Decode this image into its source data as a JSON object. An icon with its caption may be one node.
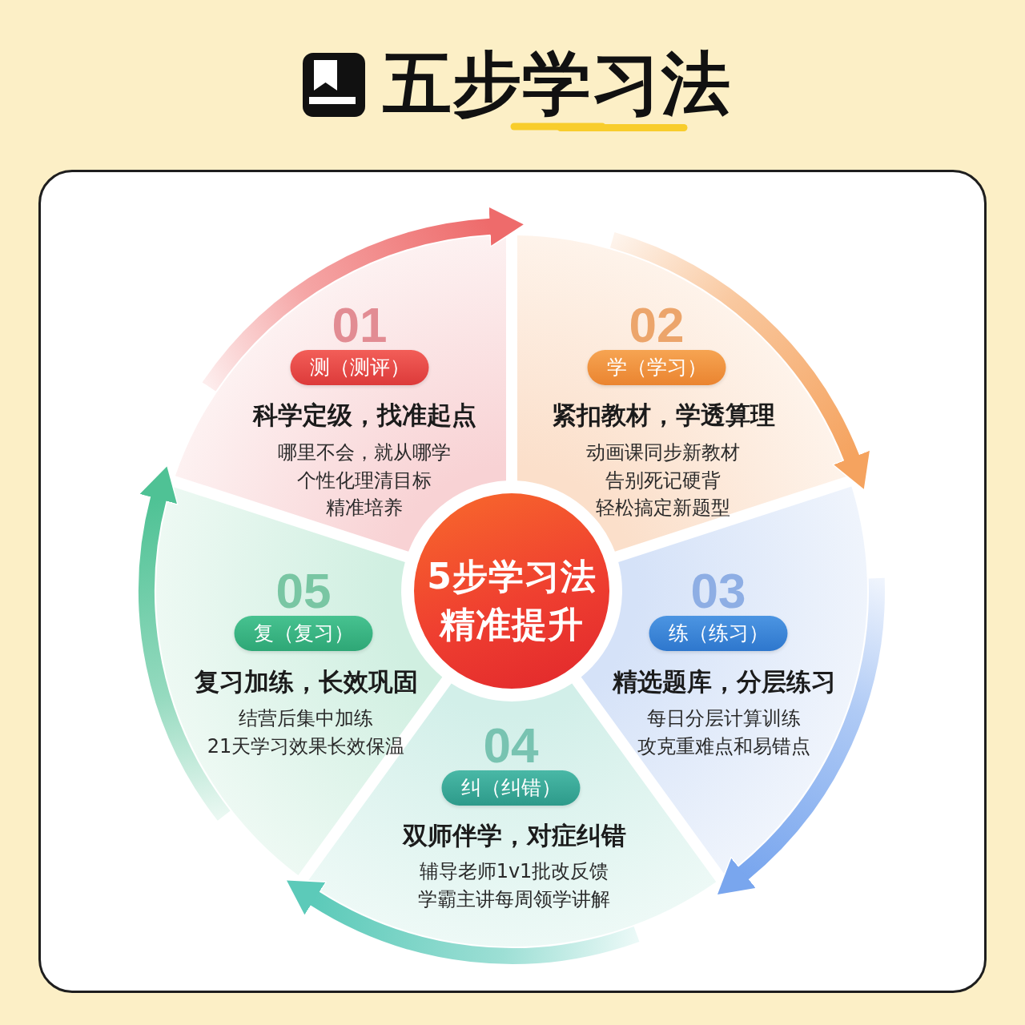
{
  "diagram": {
    "title": "五步学习法",
    "nodes": [
      {
        "text": [
          "01",
          "测（测评）",
          "科学定级，找准起点",
          "哪里不会，就从哪学",
          "个性化理清目标",
          "精准培养"
        ]
      },
      {
        "text": [
          "02",
          "学（学习）",
          "紧扣教材，学透算理",
          "动画课同步新教材",
          "告别死记硬背",
          "轻松搞定新题型"
        ]
      },
      {
        "text": [
          "03",
          "练（练习）",
          "精选题库，分层练习",
          "每日分层计算训练",
          "攻克重难点和易错点"
        ]
      },
      {
        "text": [
          "04",
          "纠（纠错）",
          "双师伴学，对症纠错",
          "辅导老师1v1批改反馈",
          "学霸主讲每周领学讲解"
        ]
      },
      {
        "text": [
          "05",
          "复（复习）",
          "复习加练，长效巩固",
          "结营后集中加练",
          "21天学习效果长效保温"
        ]
      },
      {
        "text": [
          "5步学习法",
          "精准提升"
        ]
      }
    ],
    "edges": [
      {
        "from": 0,
        "to": 1,
        "arrow": "to",
        "style": "thick",
        "color": "#ee6b6b"
      },
      {
        "from": 1,
        "to": 2,
        "arrow": "to",
        "style": "thick",
        "color": "#f5a35f"
      },
      {
        "from": 2,
        "to": 3,
        "arrow": "to",
        "style": "thick",
        "color": "#79a6ee"
      },
      {
        "from": 3,
        "to": 4,
        "arrow": "to",
        "style": "thick",
        "color": "#5ccab9"
      },
      {
        "from": 4,
        "to": 0,
        "arrow": "to",
        "style": "thick",
        "color": "#4fc295"
      }
    ]
  }
}
